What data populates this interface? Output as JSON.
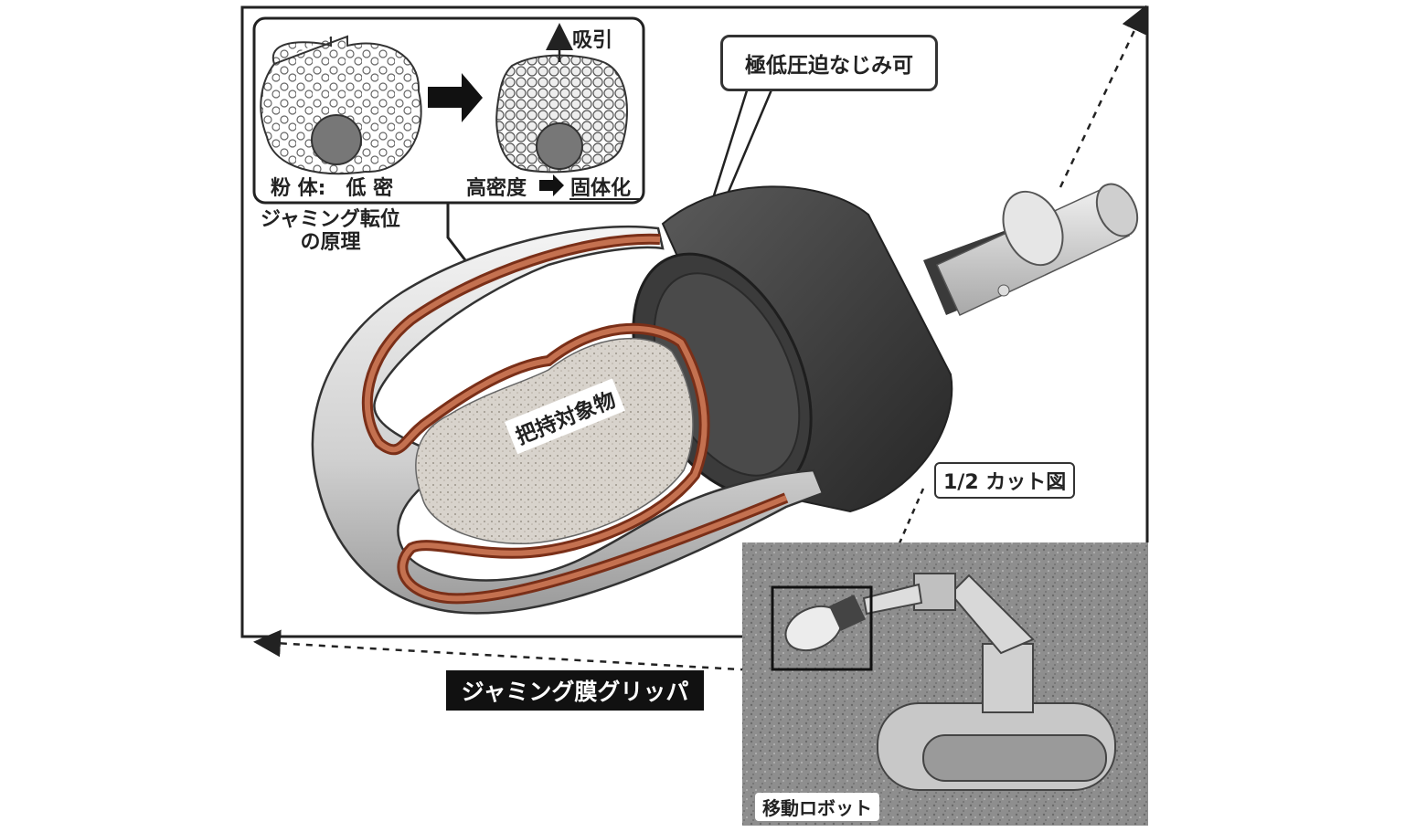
{
  "principle": {
    "suction_label": "吸引",
    "low_density_label": "粉 体:　低 密",
    "high_density_label": "高密度",
    "solidify_label": "固体化",
    "caption": "ジャミング転位\nの原理"
  },
  "callouts": {
    "ultra_low_pressure": "極低圧迫なじみ可",
    "half_cut": "1/2 カット図",
    "grip_object": "把持対象物"
  },
  "gripper_title": "ジャミング膜グリッパ",
  "robot_label": "移動ロボット",
  "colors": {
    "membrane": "#b85a3a",
    "dark_housing": "#3c3c3c",
    "frame": "#222222"
  }
}
